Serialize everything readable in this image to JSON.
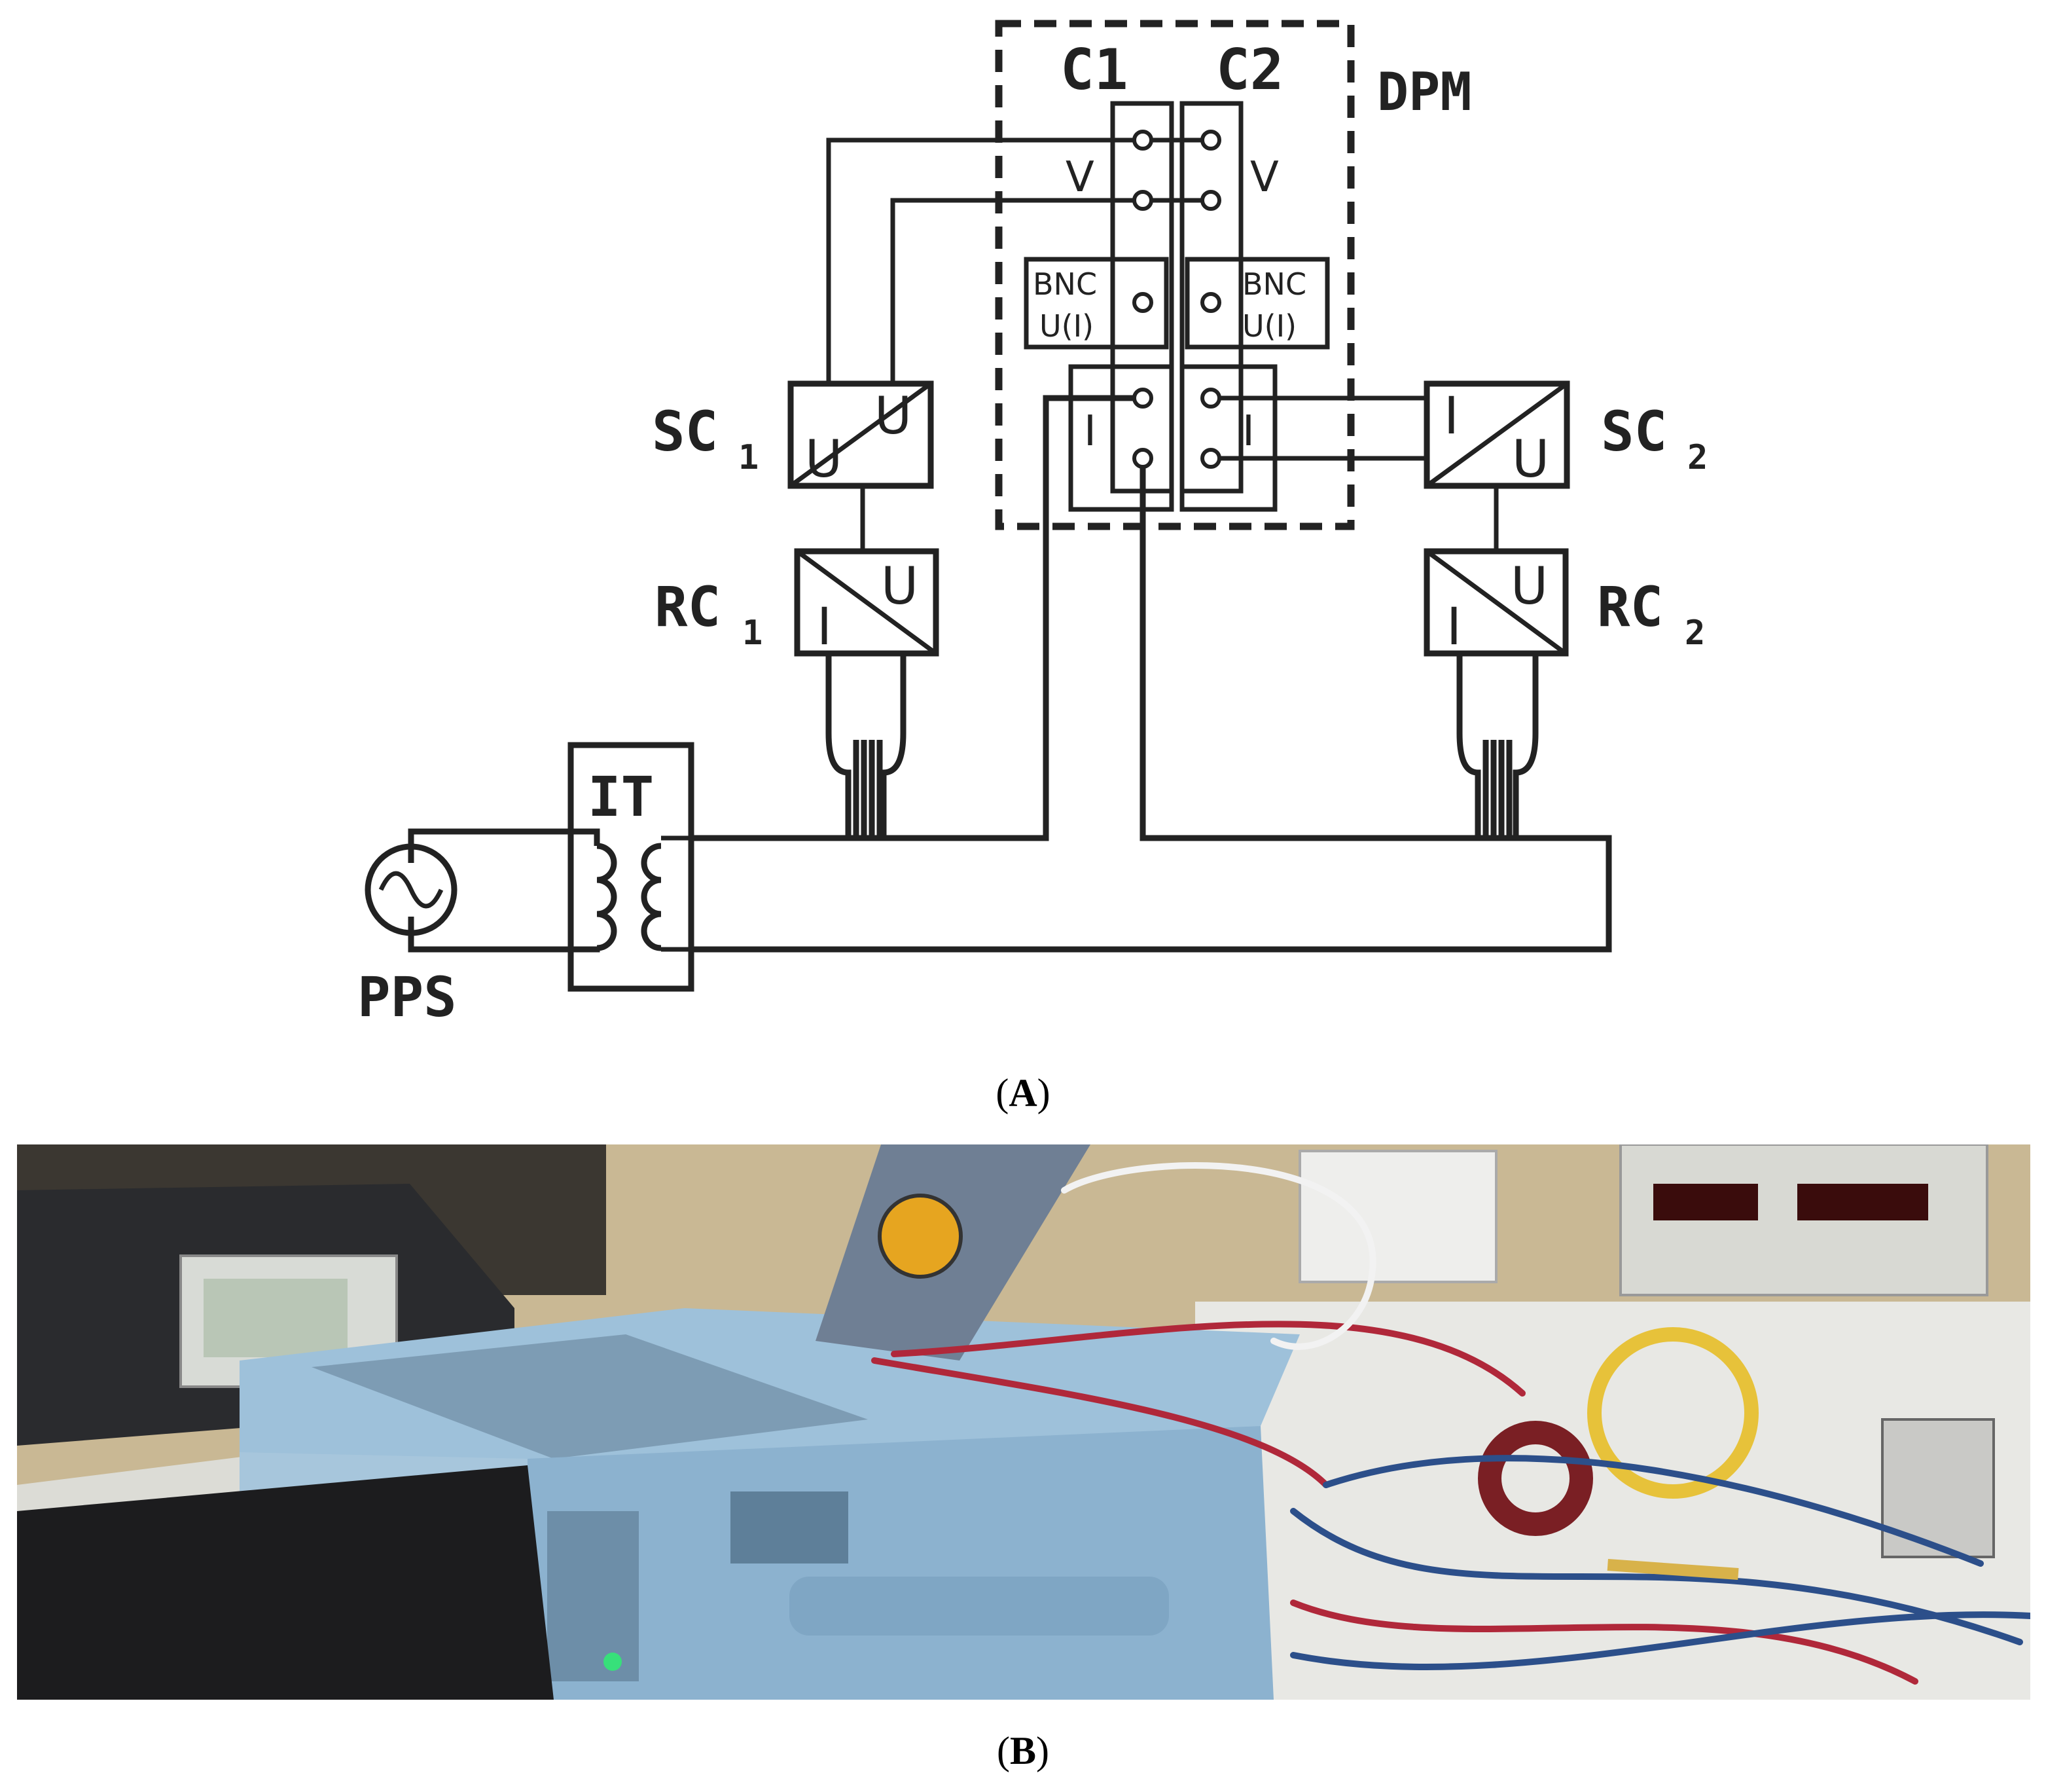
{
  "diagram": {
    "labels": {
      "c1": "C1",
      "c2": "C2",
      "dpm": "DPM",
      "v_left": "V",
      "v_right": "V",
      "bnc_left_1": "BNC",
      "bnc_left_2": "U(I)",
      "bnc_right_1": "BNC",
      "bnc_right_2": "U(I)",
      "i_left": "I",
      "i_right": "I",
      "sc1": "SC",
      "sc1_sub": "1",
      "sc2": "SC",
      "sc2_sub": "2",
      "rc1": "RC",
      "rc1_sub": "1",
      "rc2": "RC",
      "rc2_sub": "2",
      "it": "IT",
      "pps": "PPS",
      "u": "U",
      "i": "I"
    }
  },
  "captions": {
    "a": "A",
    "b": "B"
  },
  "photo": {
    "colors": {
      "wall": "#c9b894",
      "analyzer": "#8db4d0",
      "bench": "#e8e8e4",
      "cable_red": "#b0283a",
      "cable_blue": "#2c4f8a"
    }
  }
}
